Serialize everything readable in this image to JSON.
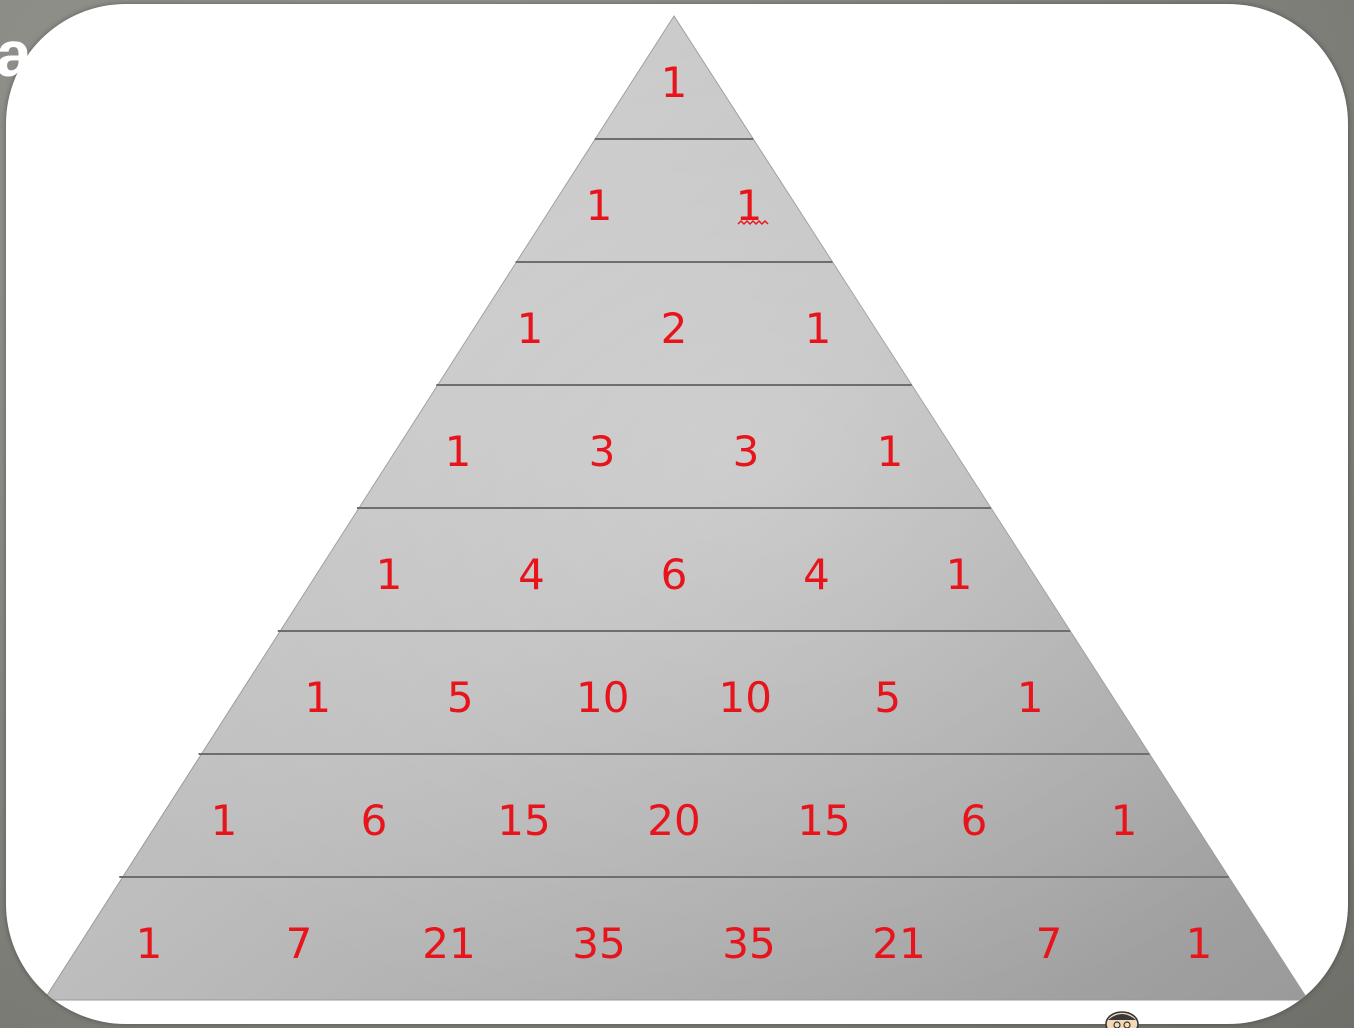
{
  "slide": {
    "title_fragment": "a"
  },
  "diagram": {
    "type": "pascal-triangle-pyramid",
    "number_color": "#e8141c",
    "band_color": "#b9b9b9",
    "rows": [
      [
        1
      ],
      [
        1,
        1
      ],
      [
        1,
        2,
        1
      ],
      [
        1,
        3,
        3,
        1
      ],
      [
        1,
        4,
        6,
        4,
        1
      ],
      [
        1,
        5,
        10,
        10,
        5,
        1
      ],
      [
        1,
        6,
        15,
        20,
        15,
        6,
        1
      ],
      [
        1,
        7,
        21,
        35,
        35,
        21,
        7,
        1
      ]
    ]
  },
  "decor": {
    "background_color": "#8c8c86",
    "card_color": "#ffffff",
    "corner_icon": "cartoon-person-icon"
  }
}
